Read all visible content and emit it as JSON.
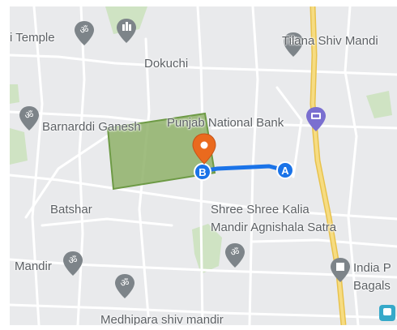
{
  "map": {
    "labels": {
      "temple": "i Temple",
      "dokuchi": "Dokuchi",
      "tilana": "Tilana Shiv Mandi",
      "barnarddi": "Barnarddi Ganesh",
      "punjab": "Punjab National Bank",
      "batshar": "Batshar",
      "shree_1": "Shree Shree Kalia",
      "shree_2": "Mandir Agnishala Satra",
      "mandir": "Mandir",
      "india_1": "India P",
      "india_2": "Bagals",
      "medhipara": "Medhipara shiv mandir"
    },
    "markers": {
      "a": "A",
      "b": "B"
    },
    "colors": {
      "background": "#e9eaec",
      "route": "#1a73e8",
      "area_fill": "#8fb26a",
      "area_stroke": "#6d9a45",
      "pin": "#ea6a1e",
      "poi": "#7d8489",
      "highway": "#f3d36b",
      "green": "#cfe3c3"
    }
  }
}
